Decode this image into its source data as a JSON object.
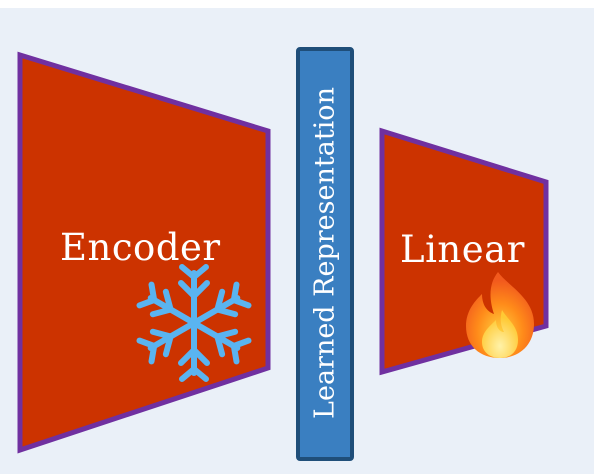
{
  "encoder": {
    "label": "Encoder",
    "fill_color": "#cc3300",
    "border_color": "#7030a0",
    "icon": "snowflake-icon",
    "icon_color": "#5ab4f0"
  },
  "representation": {
    "label": "Learned Representation",
    "fill_color": "#3a7fc1",
    "border_color": "#1f4e79"
  },
  "linear": {
    "label": "Linear",
    "fill_color": "#cc3300",
    "border_color": "#7030a0",
    "icon": "fire-icon",
    "icon_color": "#ff8c1a"
  },
  "background_color": "#eaf0f8"
}
